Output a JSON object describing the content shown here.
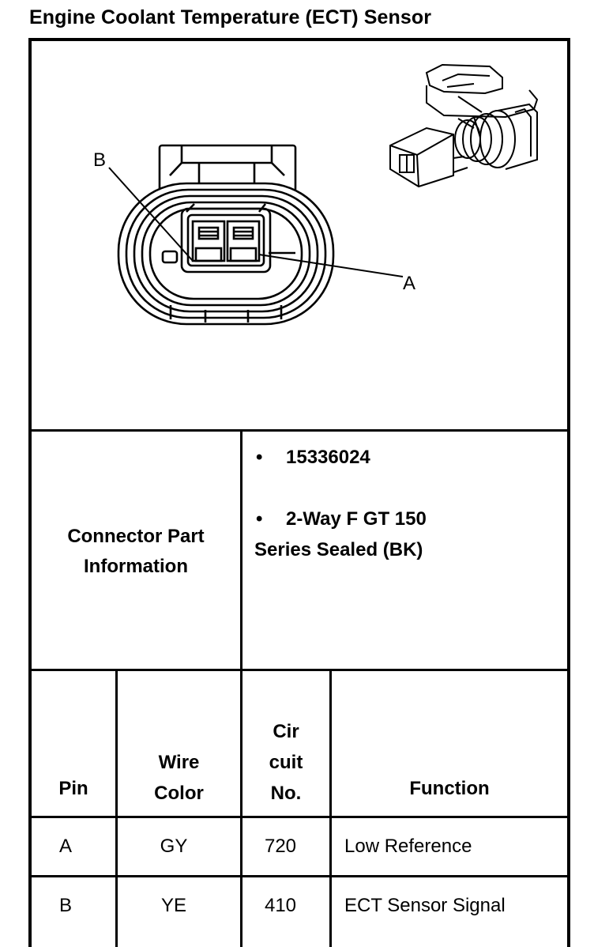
{
  "page_title": "Engine Coolant Temperature (ECT) Sensor",
  "figure": {
    "callout_b": "B",
    "callout_a": "A"
  },
  "connector_info": {
    "label_line1": "Connector Part",
    "label_line2": "Information",
    "part_number": "15336024",
    "description_line1": "2-Way F GT 150",
    "description_line2": "Series Sealed (BK)",
    "bullet": "•"
  },
  "pin_table": {
    "headers": {
      "pin": "Pin",
      "wire_color_1": "Wire",
      "wire_color_2": "Color",
      "circuit_1": "Cir",
      "circuit_2": "cuit",
      "circuit_3": "No.",
      "function": "Function"
    },
    "rows": [
      {
        "pin": "A",
        "wire_color": "GY",
        "circuit": "720",
        "function": "Low Reference"
      },
      {
        "pin": "B",
        "wire_color": "YE",
        "circuit": "410",
        "function": "ECT Sensor Signal"
      }
    ]
  }
}
